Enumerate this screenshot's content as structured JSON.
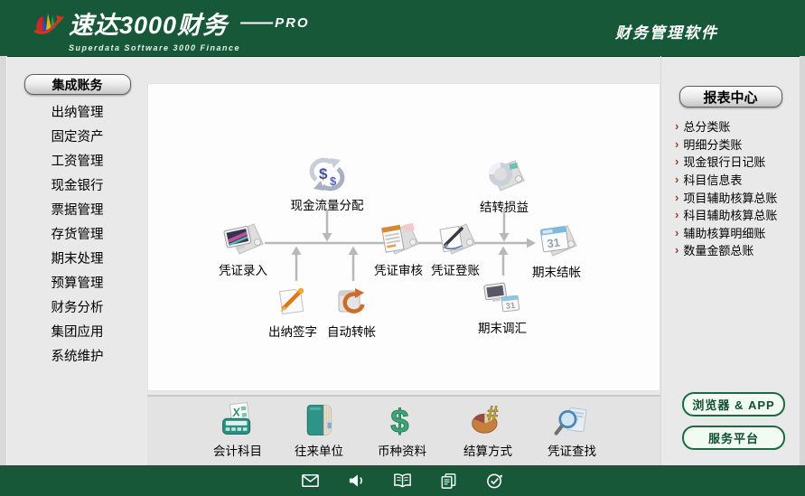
{
  "header": {
    "logo_cn": "速达3000财务",
    "logo_dash": "——",
    "logo_pro": "PRO",
    "logo_sub": "Superdata Software 3000 Finance",
    "tagline": "财务管理软件"
  },
  "left_sidebar": {
    "active_button": "集成账务",
    "items": [
      "出纳管理",
      "固定资产",
      "工资管理",
      "现金银行",
      "票据管理",
      "存货管理",
      "期末处理",
      "预算管理",
      "财务分析",
      "集团应用",
      "系统维护"
    ]
  },
  "flowchart": {
    "nodes": [
      {
        "label": "现金流量分配",
        "icon": "cash-flow-icon"
      },
      {
        "label": "结转损益",
        "icon": "carry-forward-icon"
      },
      {
        "label": "凭证录入",
        "icon": "voucher-entry-icon"
      },
      {
        "label": "凭证审核",
        "icon": "voucher-review-icon"
      },
      {
        "label": "凭证登账",
        "icon": "voucher-posting-icon"
      },
      {
        "label": "期末结帐",
        "icon": "period-end-closing-icon"
      },
      {
        "label": "出纳签字",
        "icon": "cashier-sign-icon"
      },
      {
        "label": "自动转帐",
        "icon": "auto-transfer-icon"
      },
      {
        "label": "期末调汇",
        "icon": "period-end-adjust-icon"
      }
    ]
  },
  "report_center": {
    "button": "报表中心",
    "items": [
      "总分类账",
      "明细分类账",
      "现金银行日记账",
      "科目信息表",
      "项目辅助核算总账",
      "科目辅助核算总账",
      "辅助核算明细账",
      "数量金额总账"
    ]
  },
  "shortcuts": [
    {
      "label": "会计科目",
      "icon": "account-subjects-icon"
    },
    {
      "label": "往来单位",
      "icon": "business-partners-icon"
    },
    {
      "label": "币种资料",
      "icon": "currency-info-icon"
    },
    {
      "label": "结算方式",
      "icon": "settlement-method-icon"
    },
    {
      "label": "凭证查找",
      "icon": "voucher-search-icon"
    }
  ],
  "right_buttons": [
    {
      "label": "浏览器 & APP"
    },
    {
      "label": "服务平台"
    }
  ],
  "bottom_bar_icons": [
    "mail-icon",
    "sound-icon",
    "help-book-icon",
    "copy-icon",
    "task-check-icon"
  ],
  "colors": {
    "header_green": "#175839",
    "button_green_border": "#1e6843",
    "button_green_text": "#124e2f",
    "list_arrow_maroon": "#9c3a32",
    "body_gray": "#e9e9e9",
    "flow_arrow_gray": "#b8b8b8"
  }
}
